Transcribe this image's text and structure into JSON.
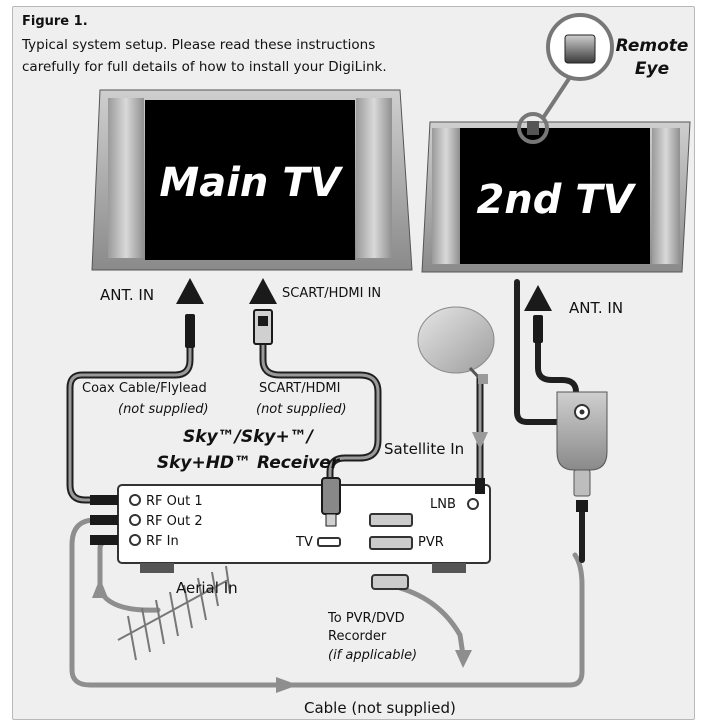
{
  "figure": {
    "title": "Figure 1.",
    "caption_line1": "Typical system setup. Please read these instructions",
    "caption_line2": "carefully for full details of how to install your DigiLink."
  },
  "remote_eye": {
    "line1": "Remote",
    "line2": "Eye"
  },
  "main_tv": {
    "label": "Main TV",
    "ant_in": "ANT. IN",
    "scart_in": "SCART/HDMI IN"
  },
  "second_tv": {
    "label": "2nd TV",
    "ant_in": "ANT. IN"
  },
  "cables": {
    "coax": "Coax Cable/Flylead",
    "coax_note": "(not supplied)",
    "scart": "SCART/HDMI",
    "scart_note": "(not supplied)",
    "bottom": "Cable (not supplied)"
  },
  "receiver": {
    "line1": "Sky™/Sky+™/",
    "line2": "Sky+HD™ Receiver",
    "rf_out1": "RF Out 1",
    "rf_out2": "RF Out 2",
    "rf_in": "RF In",
    "tv": "TV",
    "pvr": "PVR",
    "lnb": "LNB"
  },
  "satellite_in": "Satellite In",
  "aerial_in": "Aerial In",
  "pvr_dest": {
    "line1": "To PVR/DVD",
    "line2": "Recorder",
    "note": "(if applicable)"
  },
  "colors": {
    "background": "#efefef",
    "cable": "#1f1f1f",
    "cable_gray": "#8e8e8e",
    "screen": "#000000"
  }
}
